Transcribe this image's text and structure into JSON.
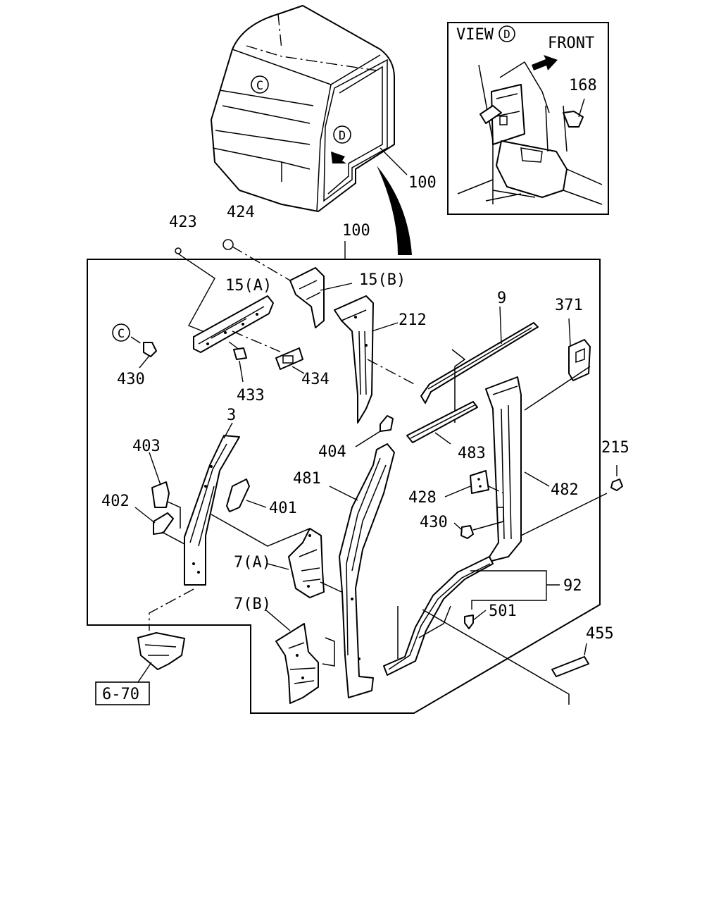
{
  "view_d": {
    "title": "VIEW",
    "marker": "D",
    "front_label": "FRONT",
    "part_168": "168"
  },
  "cab": {
    "marker_c": "C",
    "marker_d": "D",
    "part_100": "100"
  },
  "labels": {
    "p423": "423",
    "p424": "424",
    "p100": "100",
    "p15a": "15(A)",
    "p15b": "15(B)",
    "p212": "212",
    "p9": "9",
    "p371": "371",
    "p430a": "430",
    "p433": "433",
    "p434": "434",
    "p3": "3",
    "p403": "403",
    "p402": "402",
    "p401": "401",
    "p404": "404",
    "p483": "483",
    "p481": "481",
    "p428": "428",
    "p430b": "430",
    "p482": "482",
    "p215": "215",
    "p7a": "7(A)",
    "p7b": "7(B)",
    "p92": "92",
    "p501": "501",
    "p455": "455",
    "ref670": "6-70",
    "marker_c": "C"
  }
}
